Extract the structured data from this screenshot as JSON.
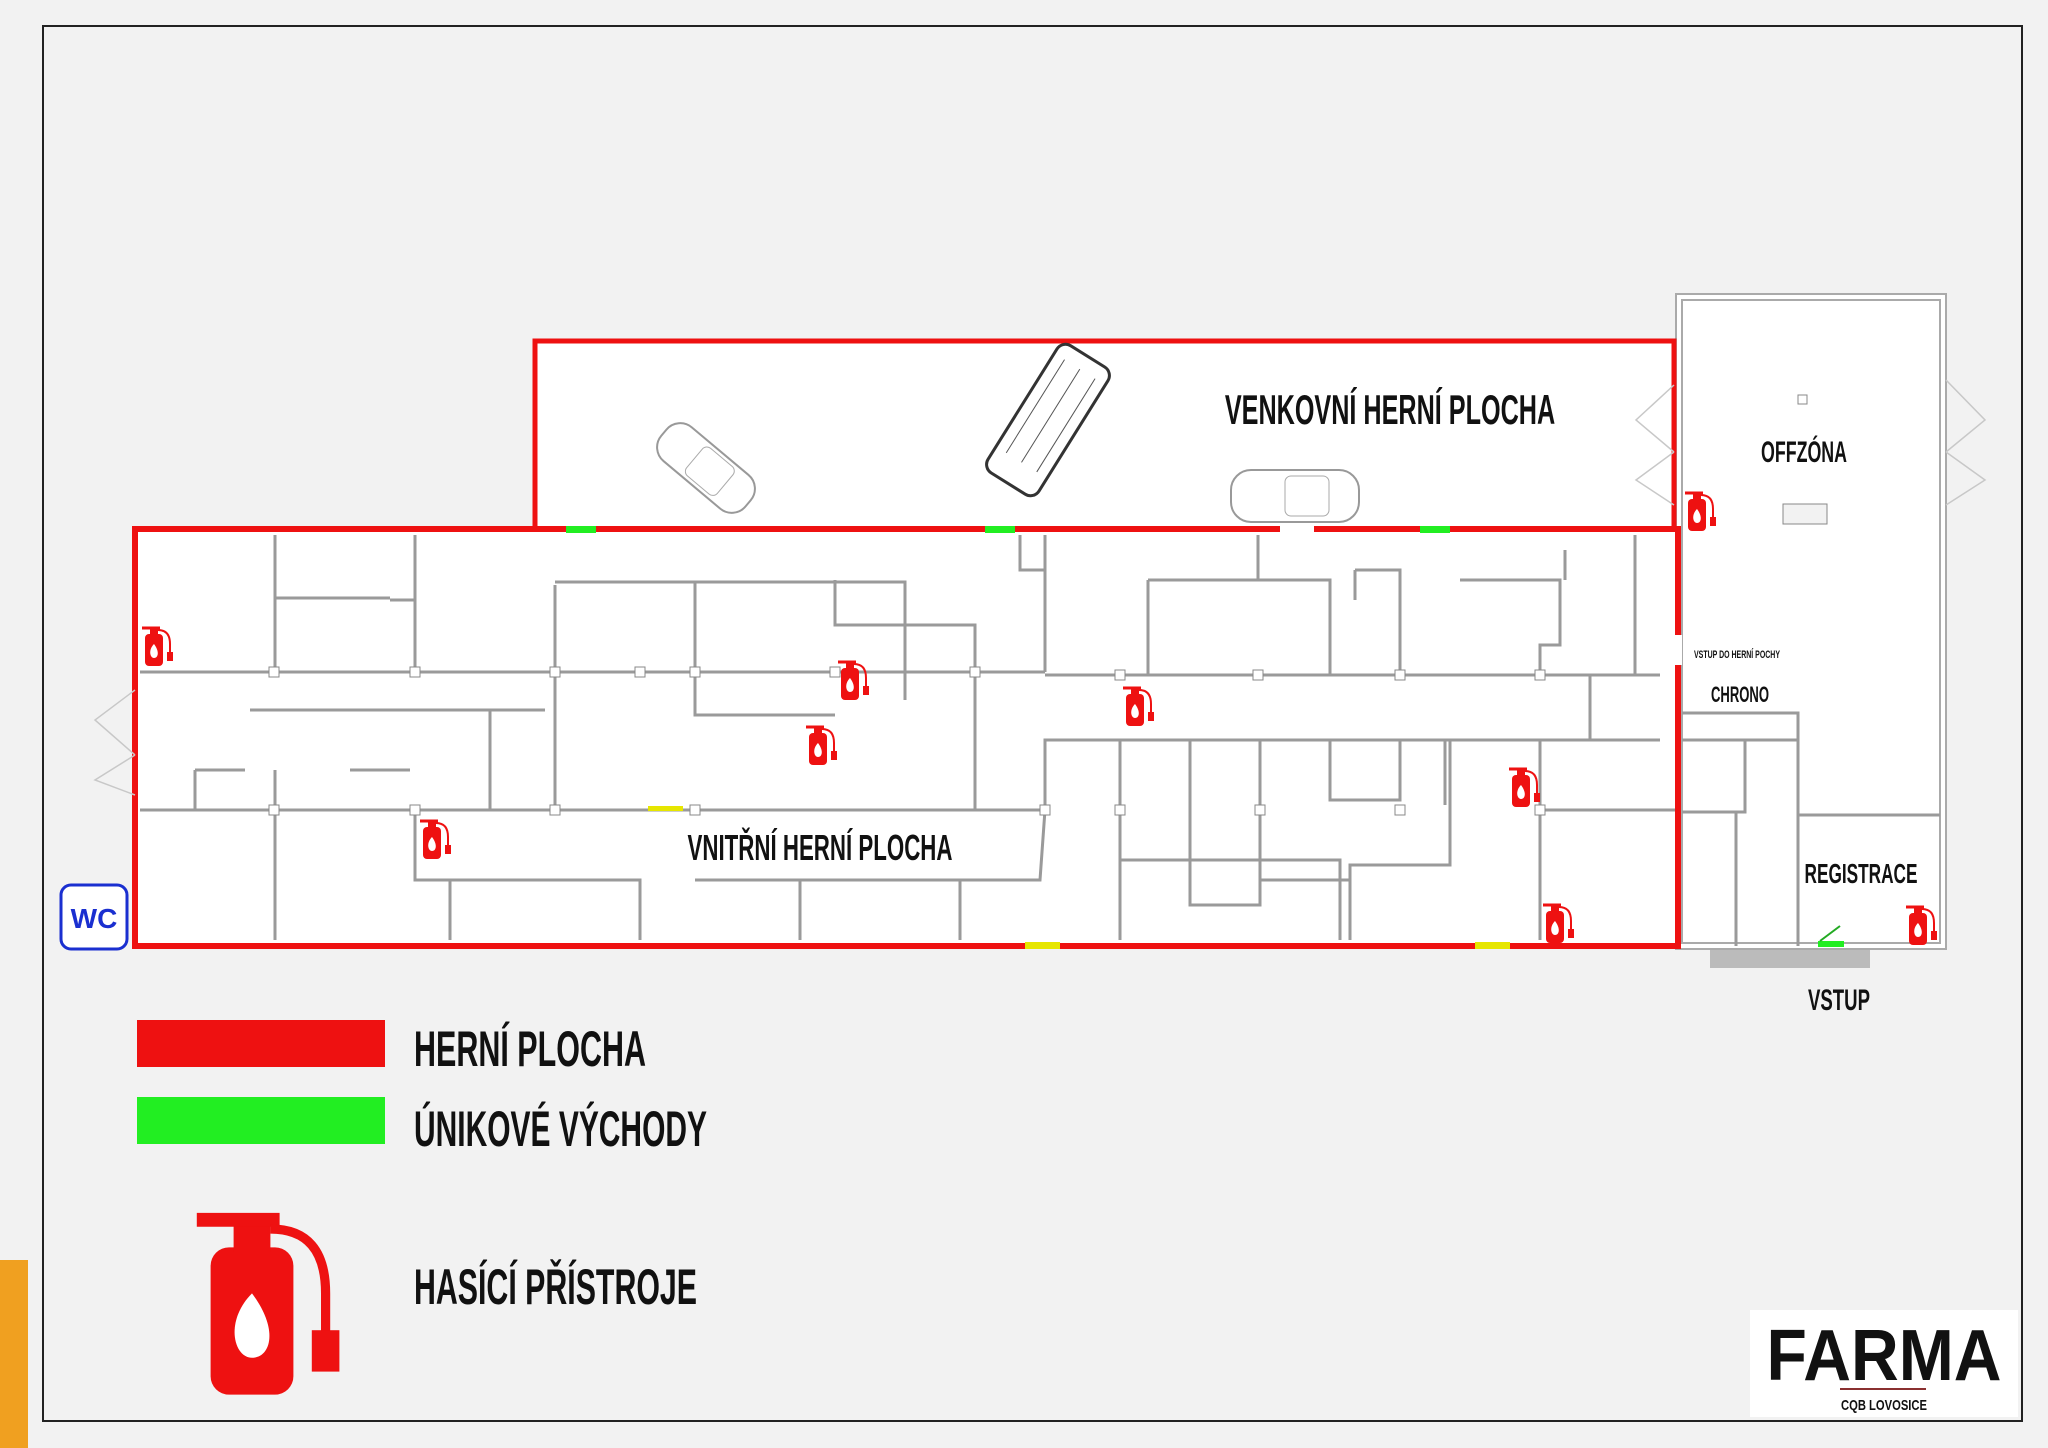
{
  "plan": {
    "outdoor_area_label": "VENKOVNÍ HERNÍ PLOCHA",
    "indoor_area_label": "VNITŘNÍ HERNÍ PLOCHA",
    "offzone_label": "OFFZÓNA",
    "game_entry_label": "VSTUP DO HERNÍ POCHY",
    "chrono_label": "CHRONO",
    "registration_label": "REGISTRACE",
    "entrance_label": "VSTUP",
    "wc_label": "WC"
  },
  "legend": {
    "items": [
      {
        "label": "HERNÍ PLOCHA",
        "color": "#ee1111"
      },
      {
        "label": "ÚNIKOVÉ VÝCHODY",
        "color": "#22ee22"
      },
      {
        "label": "HASÍCÍ PŘÍSTROJE",
        "icon": "fire-extinguisher-icon",
        "color": "#ee1111"
      }
    ]
  },
  "logo": {
    "name": "FARMA",
    "subtitle": "CQB LOVOSICE"
  },
  "colors": {
    "game_area": "#ee1111",
    "escape_exit": "#22ee22",
    "walls": "#9a9a9a",
    "wc": "#1a2fd0",
    "accent_corner": "#f0a020"
  }
}
